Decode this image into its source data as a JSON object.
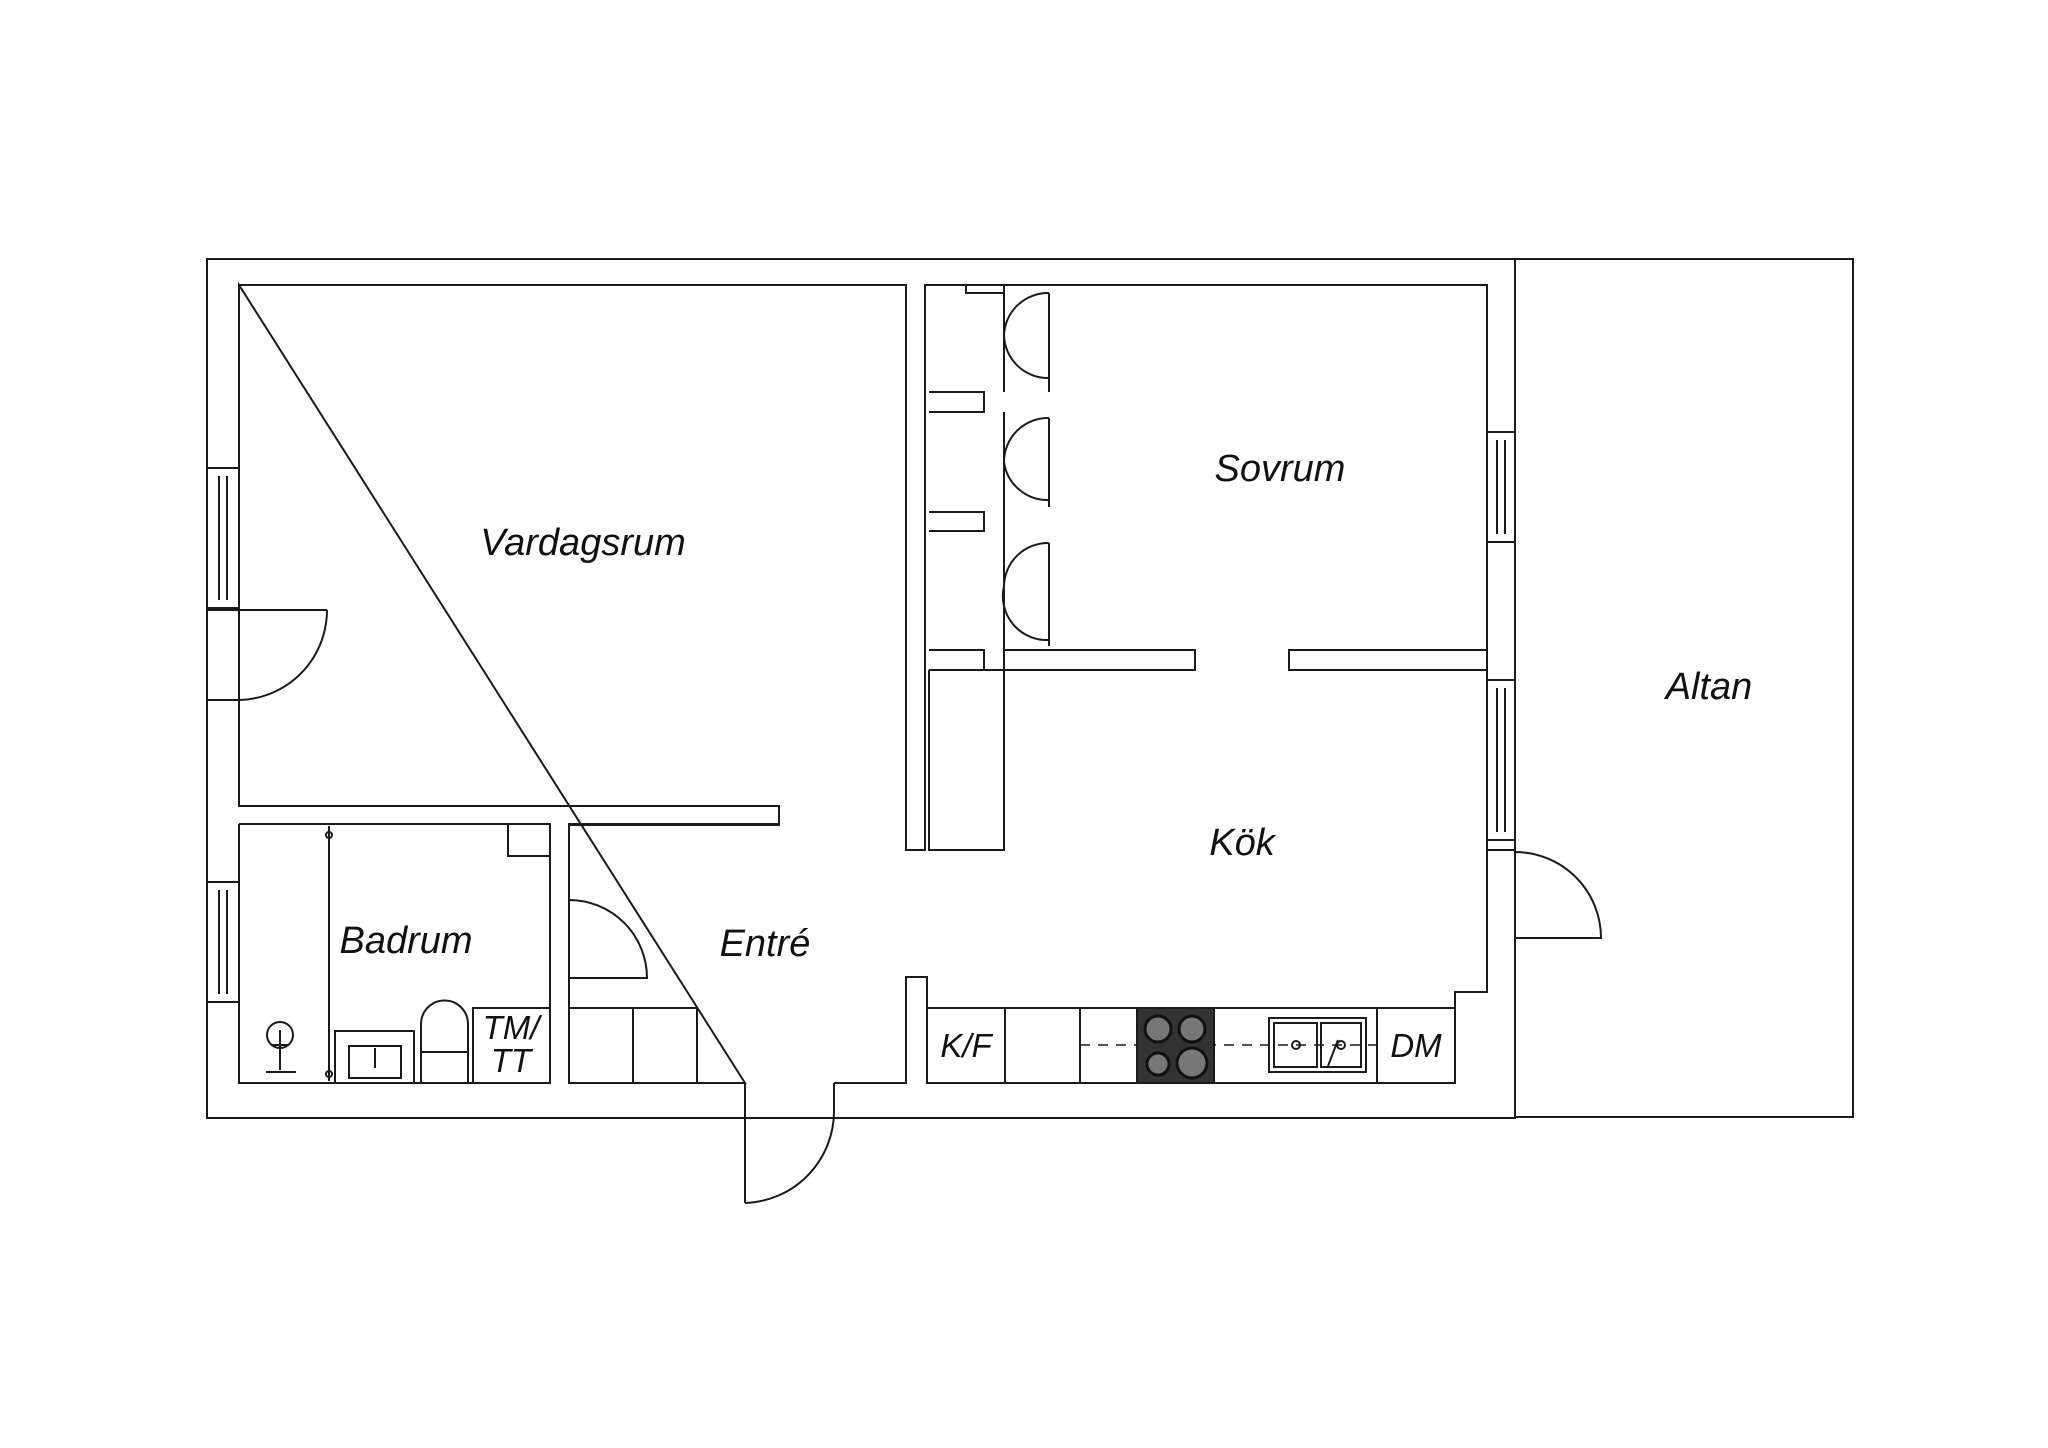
{
  "rooms": {
    "vardagsrum": "Vardagsrum",
    "sovrum": "Sovrum",
    "altan": "Altan",
    "kok": "Kök",
    "badrum": "Badrum",
    "entre": "Entré"
  },
  "fixtures": {
    "tm_line1": "TM/",
    "tm_line2": "TT",
    "kf": "K/F",
    "dm": "DM"
  },
  "colors": {
    "line": "#1a1a1a",
    "background": "#ffffff",
    "stove": "#333333"
  }
}
